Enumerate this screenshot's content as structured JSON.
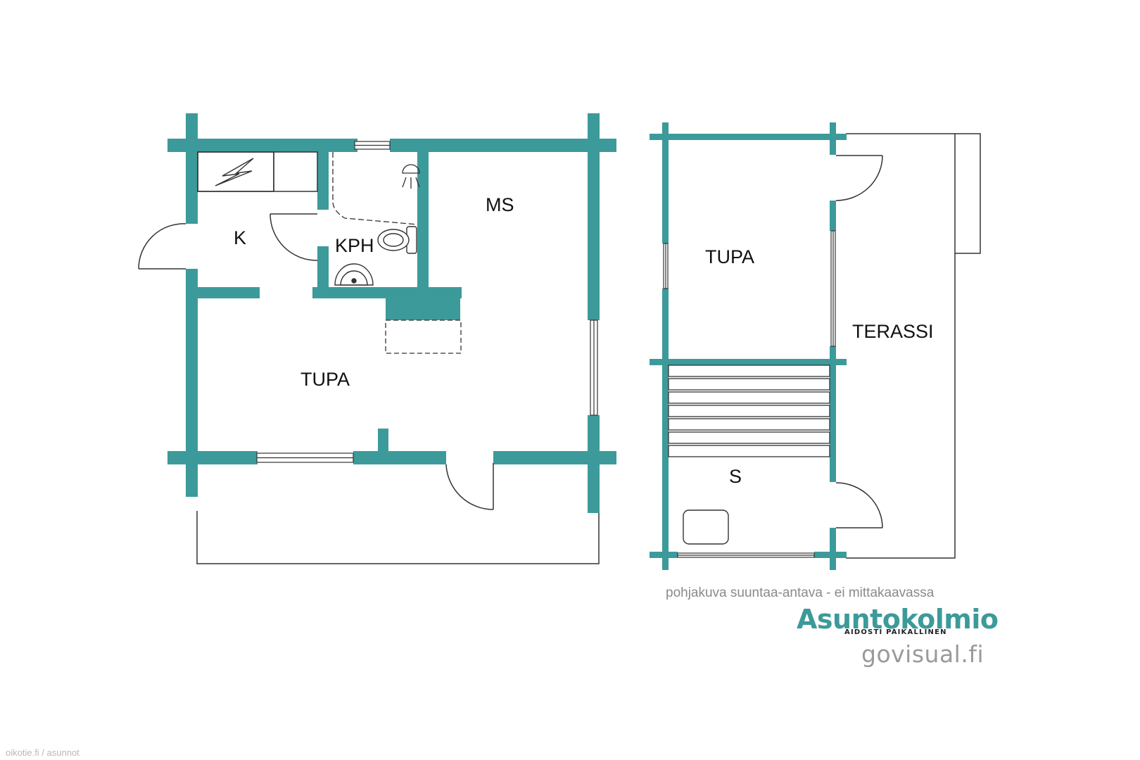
{
  "colors": {
    "wall": "#3d9a9a",
    "line": "#333333",
    "brand": "#3d9a9a",
    "muted": "#8a8a8a"
  },
  "rooms": {
    "k": "K",
    "kph": "KPH",
    "ms": "MS",
    "tupa_main": "TUPA",
    "tupa_sauna": "TUPA",
    "terassi": "TERASSI",
    "s": "S"
  },
  "icons": {
    "electric_stove": "lightning-icon",
    "shower": "shower-icon",
    "toilet": "toilet-icon",
    "sink": "sink-icon",
    "sauna_stove": "sauna-stove-icon"
  },
  "footer": {
    "disclaimer": "pohjakuva suuntaa-antava - ei mittakaavassa",
    "brand": "Asuntokolmio",
    "tagline": "AIDOSTI PAIKALLINEN",
    "site": "govisual.fi"
  },
  "watermark": "oikotie.fi / asunnot"
}
